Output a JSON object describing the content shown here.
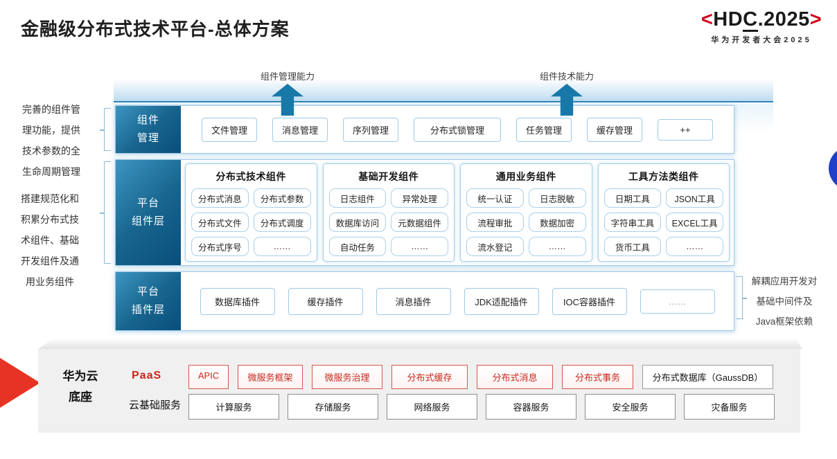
{
  "title": "金融级分布式技术平台-总体方案",
  "logo": {
    "bracket_left": "<",
    "pre": "HD",
    "underlined": "C",
    "post": ".2025",
    "bracket_right": ">",
    "subtitle": "华为开发者大会2025"
  },
  "arrows": [
    {
      "label": "组件管理能力"
    },
    {
      "label": "组件技术能力"
    }
  ],
  "annotations": {
    "left_top": "完善的组件管理功能，提供技术参数的全生命周期管理",
    "left_bottom": "搭建规范化和积累分布式技术组件、基础开发组件及通用业务组件",
    "right": "解耦应用开发对基础中间件及Java框架依赖"
  },
  "rows": {
    "management": {
      "label_lines": [
        "组件",
        "管理"
      ],
      "items": [
        "文件管理",
        "消息管理",
        "序列管理",
        "分布式锁管理",
        "任务管理",
        "缓存管理",
        "++"
      ]
    },
    "component_layer": {
      "label_lines": [
        "平台",
        "组件层"
      ],
      "groups": [
        {
          "title": "分布式技术组件",
          "cells": [
            "分布式消息",
            "分布式参数",
            "分布式文件",
            "分布式调度",
            "分布式序号",
            "……"
          ]
        },
        {
          "title": "基础开发组件",
          "cells": [
            "日志组件",
            "异常处理",
            "数据库访问",
            "元数据组件",
            "自动任务",
            "……"
          ]
        },
        {
          "title": "通用业务组件",
          "cells": [
            "统一认证",
            "日志脱敏",
            "流程审批",
            "数据加密",
            "流水登记",
            "……"
          ]
        },
        {
          "title": "工具方法类组件",
          "cells": [
            "日期工具",
            "JSON工具",
            "字符串工具",
            "EXCEL工具",
            "货币工具",
            "……"
          ]
        }
      ]
    },
    "plugin_layer": {
      "label_lines": [
        "平台",
        "插件层"
      ],
      "items": [
        "数据库插件",
        "缓存插件",
        "消息插件",
        "JDK适配插件",
        "IOC容器插件",
        "……"
      ]
    }
  },
  "base": {
    "label_lines": [
      "华为云",
      "底座"
    ],
    "paas": {
      "label": "PaaS",
      "items": [
        "APIC",
        "微服务框架",
        "微服务治理",
        "分布式缓存",
        "分布式消息",
        "分布式事务"
      ],
      "db_item": "分布式数据库（GaussDB）"
    },
    "iaas": {
      "label": "云基础服务",
      "items": [
        "计算服务",
        "存储服务",
        "网络服务",
        "容器服务",
        "安全服务",
        "灾备服务"
      ]
    }
  },
  "colors": {
    "accent_blue": "#1878a8",
    "label_gradient_dark": "#0a4e7c",
    "light_blue_border": "#a9cfe9",
    "hdc_red": "#d0021b",
    "paas_red": "#c9271b",
    "bottom_arrow_red": "#e73323",
    "circle_blue": "#1e3fc8",
    "base_gray": "#f1f0f0"
  }
}
